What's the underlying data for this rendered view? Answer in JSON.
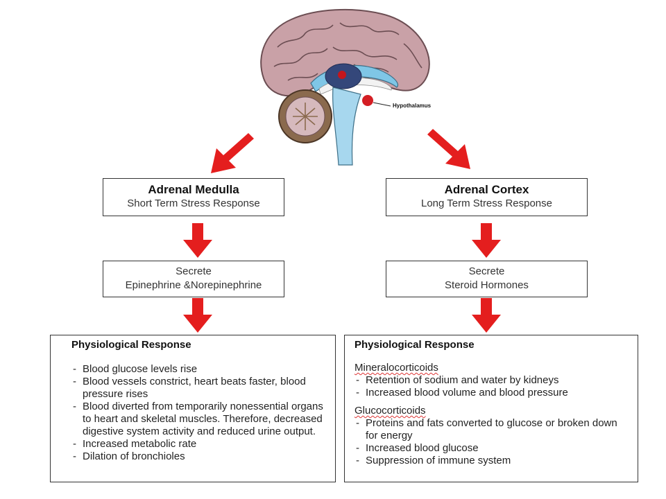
{
  "brain": {
    "hypothalamus_label": "Hypothalamus"
  },
  "colors": {
    "arrow": "#e41e1e",
    "brain_pink": "#c9a1a7",
    "ventricle_blue": "#7fc6e6",
    "cerebellum_brown": "#8a6a4e"
  },
  "left": {
    "title": "Adrenal Medulla",
    "subtitle": "Short Term Stress Response",
    "secrete_line1": "Secrete",
    "secrete_line2": "Epinephrine &Norepinephrine",
    "response_title": "Physiological Response",
    "items": [
      "Blood glucose levels rise",
      "Blood vessels constrict, heart beats faster, blood pressure rises",
      "Blood diverted from temporarily nonessential organs to heart and skeletal muscles. Therefore, decreased digestive system activity and reduced urine output.",
      "Increased metabolic rate",
      "Dilation of bronchioles"
    ]
  },
  "right": {
    "title": "Adrenal Cortex",
    "subtitle": "Long Term Stress Response",
    "secrete_line1": "Secrete",
    "secrete_line2": "Steroid Hormones",
    "response_title": "Physiological Response",
    "groups": [
      {
        "name": "Mineralocorticoids",
        "items": [
          "Retention of sodium and water by kidneys",
          "Increased blood volume and blood pressure"
        ]
      },
      {
        "name": "Glucocorticoids",
        "items": [
          "Proteins and fats converted to glucose or broken down for energy",
          "Increased blood glucose",
          "Suppression of immune system"
        ]
      }
    ]
  }
}
